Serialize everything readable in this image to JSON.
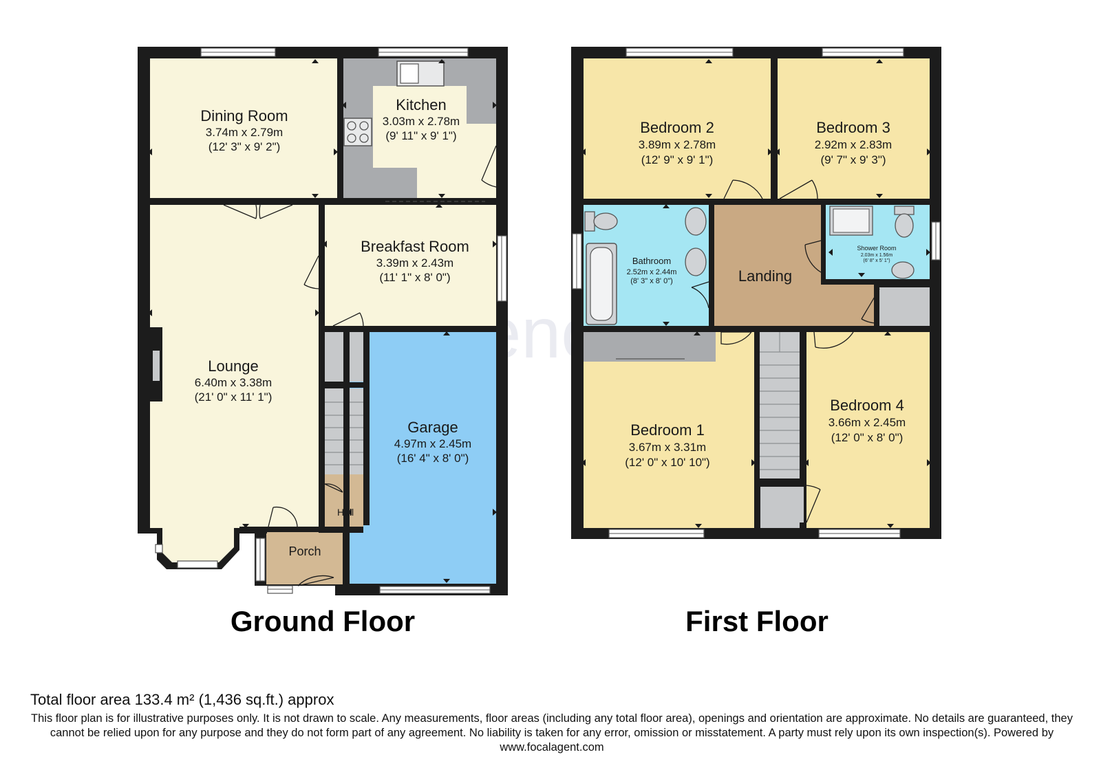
{
  "watermark": "Spencers",
  "floors": [
    {
      "title": "Ground Floor",
      "rooms": [
        {
          "id": "dining",
          "name": "Dining Room",
          "metric": "3.74m x 2.79m",
          "imperial": "(12' 3\" x 9' 2\")",
          "color": "#f9f5dc"
        },
        {
          "id": "kitchen",
          "name": "Kitchen",
          "metric": "3.03m x 2.78m",
          "imperial": "(9' 11\" x 9' 1\")",
          "color": "#f9f5dc"
        },
        {
          "id": "breakfast",
          "name": "Breakfast Room",
          "metric": "3.39m x 2.43m",
          "imperial": "(11' 1\" x 8' 0\")",
          "color": "#f9f5dc"
        },
        {
          "id": "lounge",
          "name": "Lounge",
          "metric": "6.40m x 3.38m",
          "imperial": "(21' 0\" x 11' 1\")",
          "color": "#f9f5dc"
        },
        {
          "id": "garage",
          "name": "Garage",
          "metric": "4.97m x 2.45m",
          "imperial": "(16' 4\" x 8' 0\")",
          "color": "#8ecdf5"
        },
        {
          "id": "hall",
          "name": "Hall",
          "color": "#d3b994"
        },
        {
          "id": "porch",
          "name": "Porch",
          "color": "#d3b994"
        }
      ]
    },
    {
      "title": "First Floor",
      "rooms": [
        {
          "id": "bed2",
          "name": "Bedroom 2",
          "metric": "3.89m x 2.78m",
          "imperial": "(12' 9\" x 9' 1\")",
          "color": "#f7e6a9"
        },
        {
          "id": "bed3",
          "name": "Bedroom 3",
          "metric": "2.92m x 2.83m",
          "imperial": "(9' 7\" x 9' 3\")",
          "color": "#f7e6a9"
        },
        {
          "id": "bathroom",
          "name": "Bathroom",
          "metric": "2.52m x 2.44m",
          "imperial": "(8' 3\" x 8' 0\")",
          "color": "#a5e6f3"
        },
        {
          "id": "shower",
          "name": "Shower Room",
          "metric": "2.03m x 1.56m",
          "imperial": "(6' 8\" x 5' 1\")",
          "color": "#a5e6f3"
        },
        {
          "id": "landing",
          "name": "Landing",
          "color": "#c9a983"
        },
        {
          "id": "bed1",
          "name": "Bedroom 1",
          "metric": "3.67m x 3.31m",
          "imperial": "(12' 0\" x 10' 10\")",
          "color": "#f7e6a9"
        },
        {
          "id": "bed4",
          "name": "Bedroom 4",
          "metric": "3.66m x 2.45m",
          "imperial": "(12' 0\" x 8' 0\")",
          "color": "#f7e6a9"
        }
      ]
    }
  ],
  "colors": {
    "wall": "#1c1c1c",
    "fixture": "#b8bcc1",
    "cupboard": "#c6c8ca",
    "worktop": "#a9abae",
    "stairs": "#c9cbcd"
  },
  "footer": {
    "total_area": "Total floor area 133.4 m² (1,436 sq.ft.) approx",
    "disclaimer": "This floor plan is for illustrative purposes only. It is not drawn to scale. Any measurements, floor areas (including any total floor area), openings and orientation are approximate. No details are guaranteed, they cannot be relied upon for any purpose and they do not form part of any agreement. No liability is taken for any error, omission or misstatement. A party must rely upon its own inspection(s). Powered by www.focalagent.com"
  }
}
